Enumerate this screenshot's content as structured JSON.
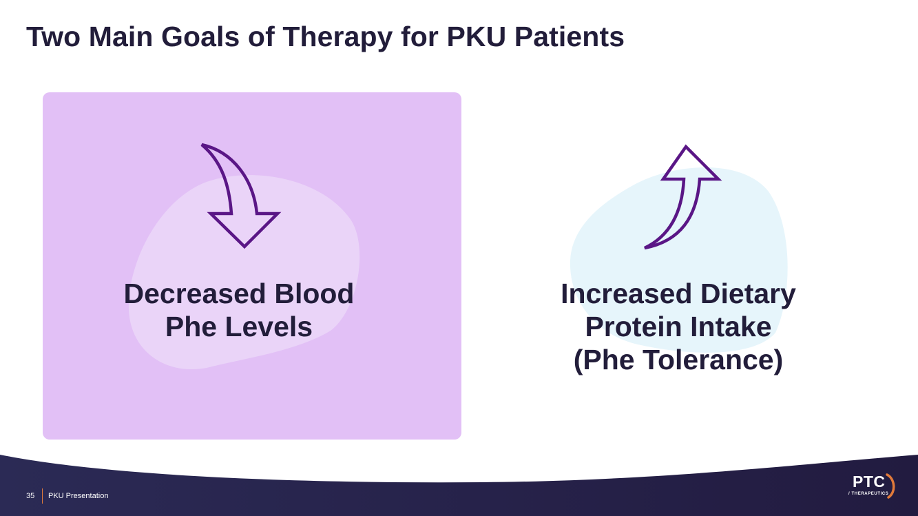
{
  "slide": {
    "title": "Two Main Goals of Therapy for PKU Patients"
  },
  "goals": {
    "left": {
      "line1": "Decreased Blood",
      "line2": "Phe Levels",
      "arrow_icon": "curved-arrow-down-icon"
    },
    "right": {
      "line1": "Increased Dietary",
      "line2": "Protein Intake",
      "line3": "(Phe Tolerance)",
      "arrow_icon": "curved-arrow-up-icon"
    }
  },
  "footer": {
    "slide_number": "35",
    "presentation_name": "PKU Presentation",
    "logo_main": "PTC",
    "logo_sub": "/ THERAPEUTICS"
  },
  "colors": {
    "title_text": "#221d3a",
    "card_fill": "#e2c0f6",
    "card_blob": "#ead4f8",
    "right_blob": "#e6f5fb",
    "arrow_stroke": "#5a1686",
    "footer_navy": "#241f47",
    "accent_orange": "#e07a3a"
  }
}
